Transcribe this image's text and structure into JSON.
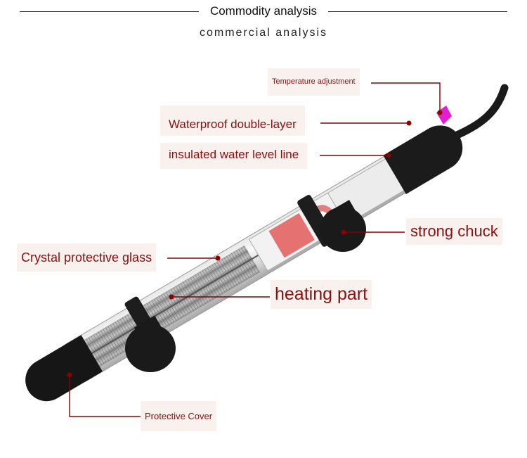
{
  "header": {
    "title": "Commodity analysis",
    "subtitle": "commercial analysis"
  },
  "callouts": {
    "temperature_adjustment": "Temperature adjustment",
    "waterproof": "Waterproof double-layer",
    "insulated": "insulated water level line",
    "strong_chuck": "strong chuck",
    "crystal_glass": "Crystal protective glass",
    "heating_part": "heating part",
    "protective_cover": "Protective Cover"
  },
  "colors": {
    "label_text": "#8b1010",
    "label_bg": "#f8f1ee",
    "leader_line": "#8b0000",
    "knob": "#e020d0"
  }
}
